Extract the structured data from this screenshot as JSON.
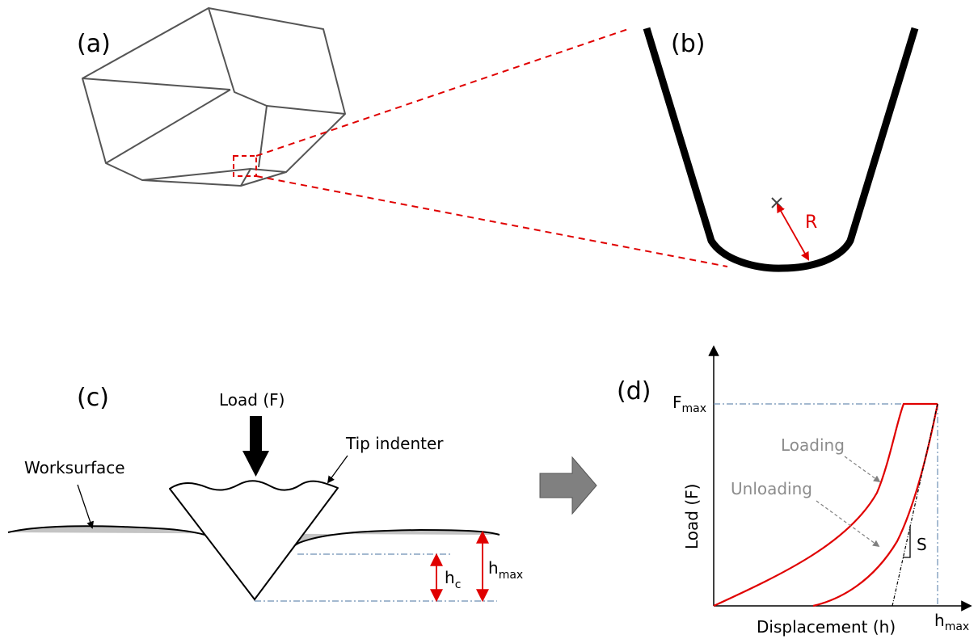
{
  "panels": {
    "a": {
      "label": "(a)"
    },
    "b": {
      "label": "(b)",
      "radius_label": "R"
    },
    "c": {
      "label": "(c)",
      "load_label": "Load (F)",
      "tip_label": "Tip indenter",
      "surface_label": "Worksurface",
      "hc_main": "h",
      "hc_sub": "c",
      "hmax_main": "h",
      "hmax_sub": "max"
    },
    "d": {
      "label": "(d)",
      "fmax_main": "F",
      "fmax_sub": "max",
      "hmax_main": "h",
      "hmax_sub": "max",
      "loading_label": "Loading",
      "unloading_label": "Unloading",
      "stiffness_label": "S"
    }
  },
  "chart_data": {
    "type": "line",
    "xlabel": "Displacement (h)",
    "ylabel": "Load (F)",
    "series": [
      {
        "name": "Loading"
      },
      {
        "name": "Unloading"
      }
    ]
  },
  "colors": {
    "outline": "#555555",
    "highlight": "#e00000",
    "shade": "#c4c4c4",
    "guide": "#6d8fb5",
    "arrow": "#808080",
    "annotation": "#8c8c8c"
  }
}
